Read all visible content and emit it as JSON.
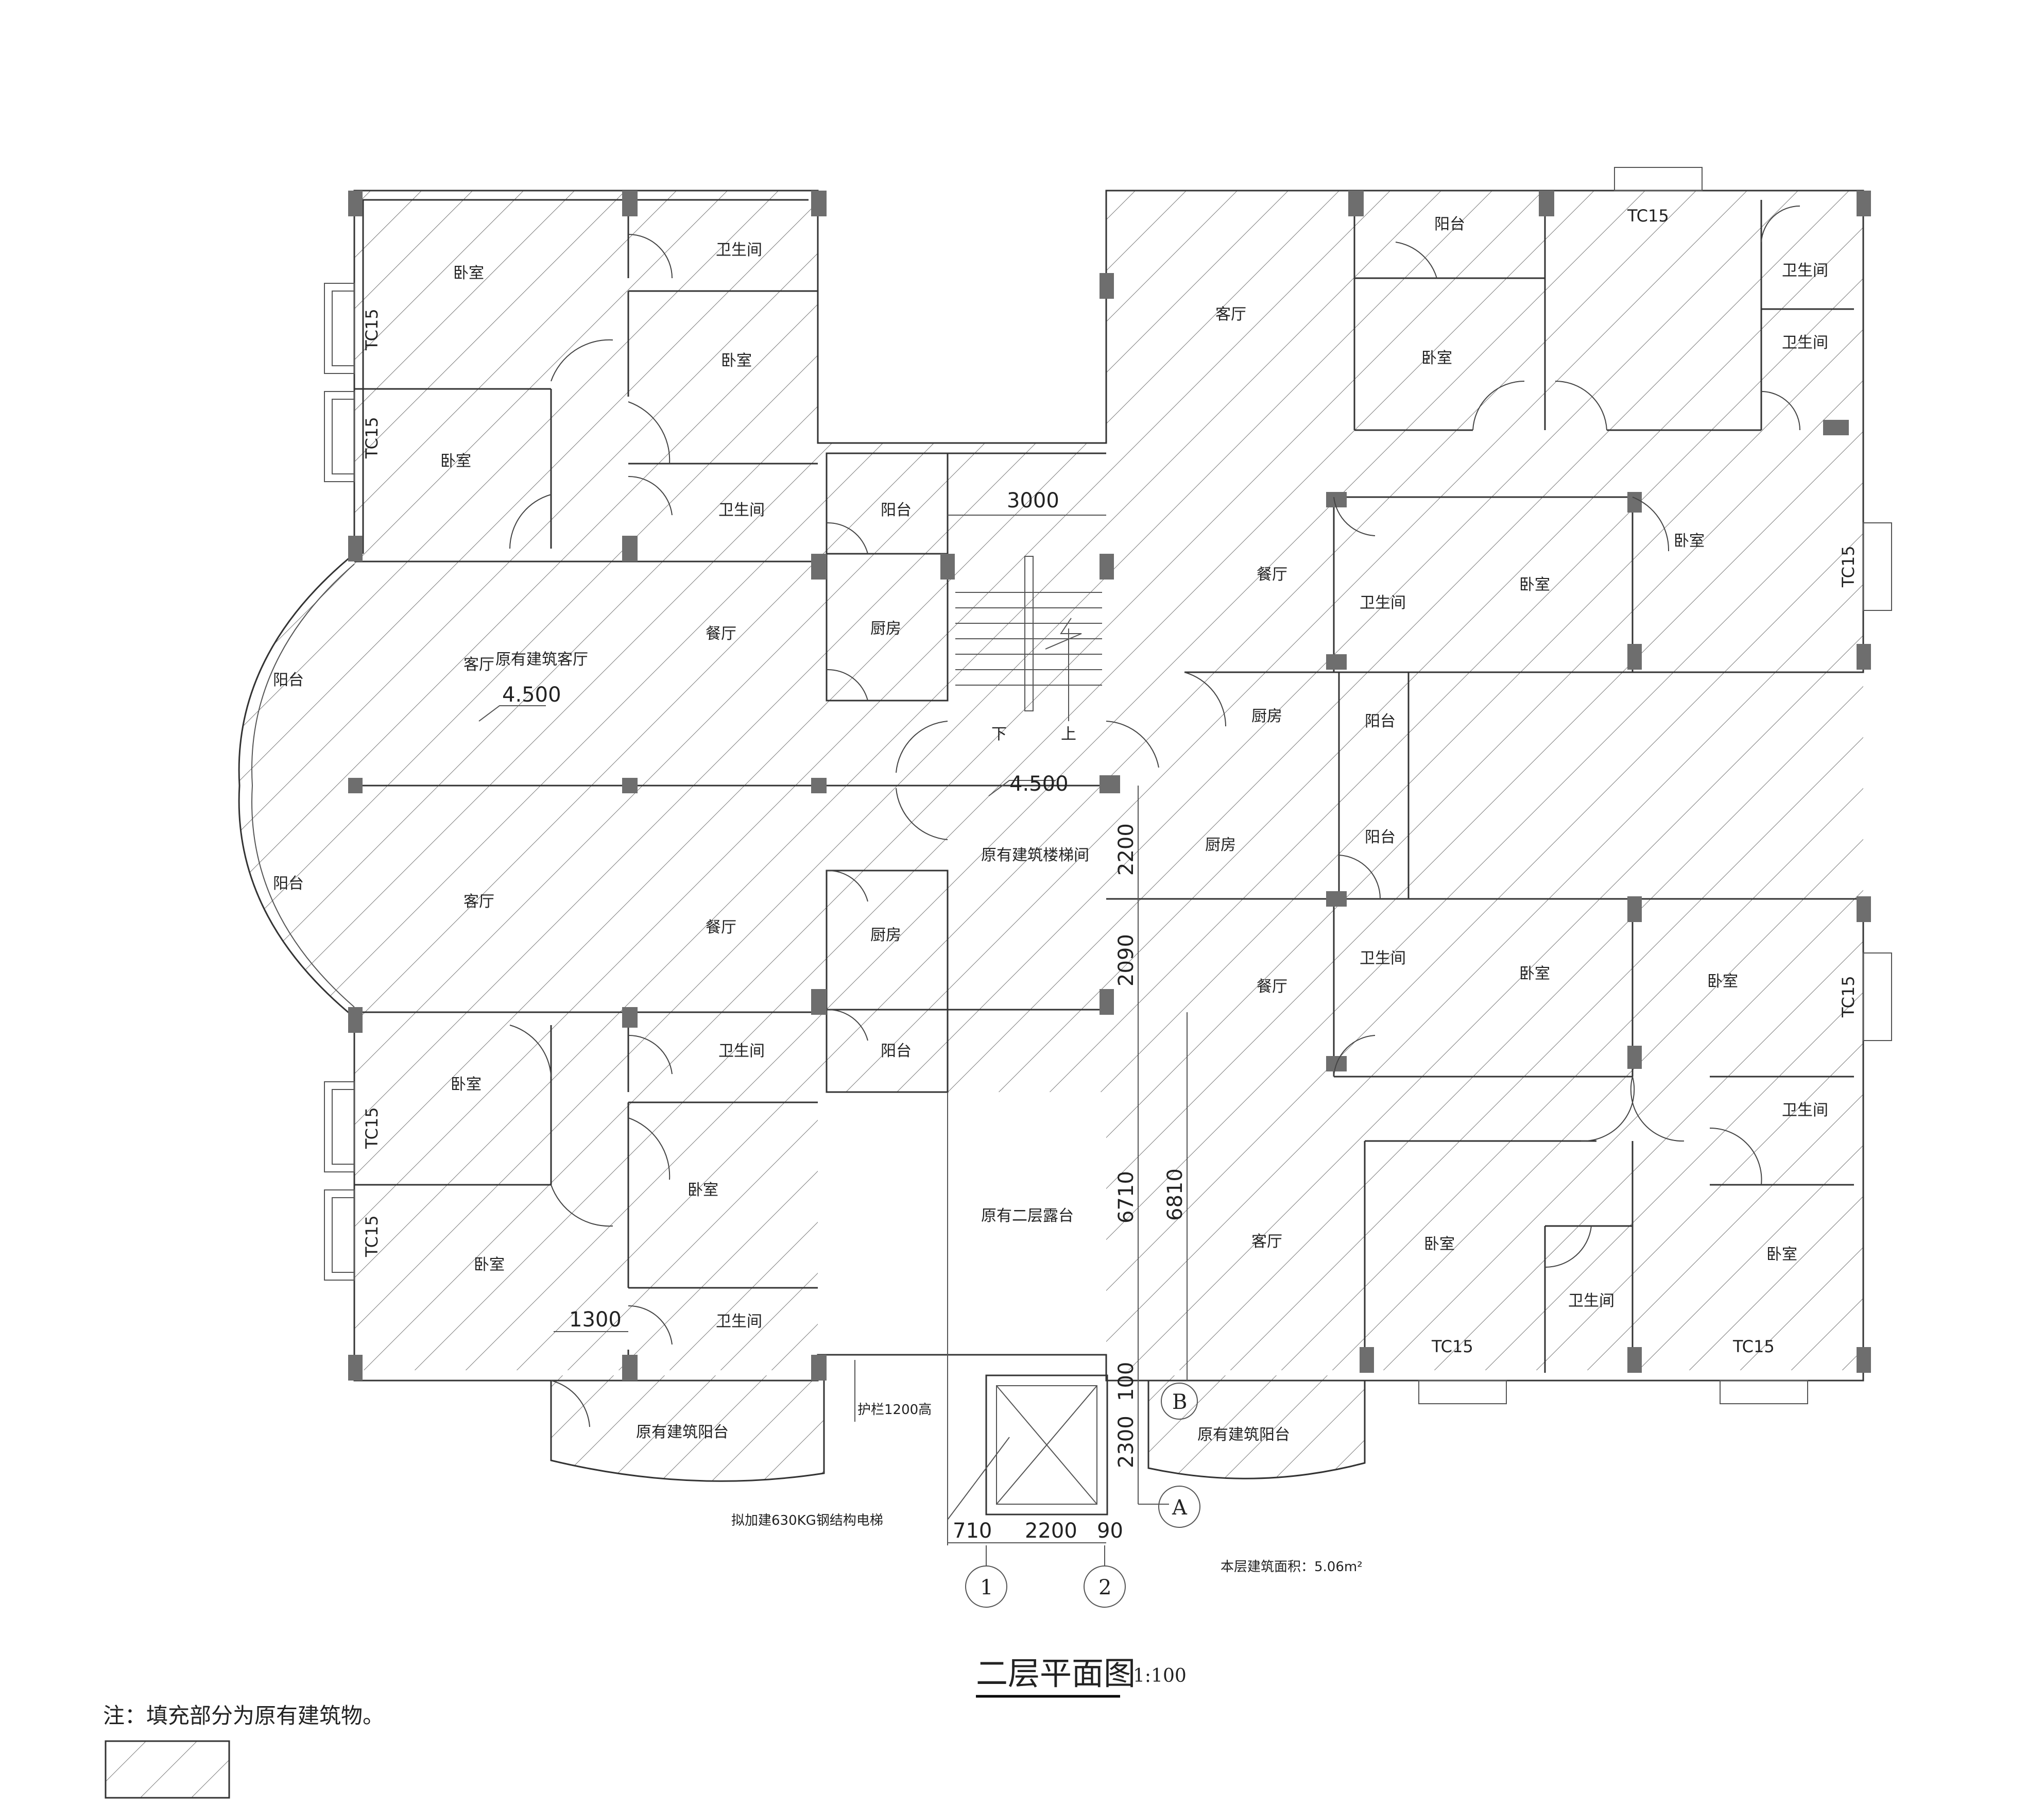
{
  "title": "二层平面图",
  "scale": "1:100",
  "area_note": "本层建筑面积：5.06m²",
  "legend_note": "注：填充部分为原有建筑物。",
  "level_marks": [
    "4.500",
    "4.500"
  ],
  "rooms": {
    "bedroom": "卧室",
    "bathroom": "卫生间",
    "living": "客厅",
    "dining": "餐厅",
    "kitchen": "厨房",
    "balcony": "阳台",
    "living_existing": "原有建筑客厅",
    "stair_existing": "原有建筑楼梯间",
    "terrace_existing": "原有二层露台",
    "balcony_existing": "原有建筑阳台",
    "window_code": "TC15"
  },
  "stair_labels": {
    "down": "下",
    "up": "上"
  },
  "railing_note": "护栏1200高",
  "elevator_note": "拟加建630KG钢结构电梯",
  "dimensions": {
    "stair_width": "3000",
    "left_door": "1300",
    "right_v1": "2200",
    "right_v2": "2090",
    "right_v3": "6710",
    "right_v4": "6810",
    "right_v5": "100",
    "right_v6": "2300",
    "bottom_h1": "710",
    "bottom_h2": "2200",
    "bottom_h3": "90"
  },
  "axes": {
    "a": "A",
    "b": "B",
    "one": "1",
    "two": "2"
  },
  "hatch_color": "#555555"
}
